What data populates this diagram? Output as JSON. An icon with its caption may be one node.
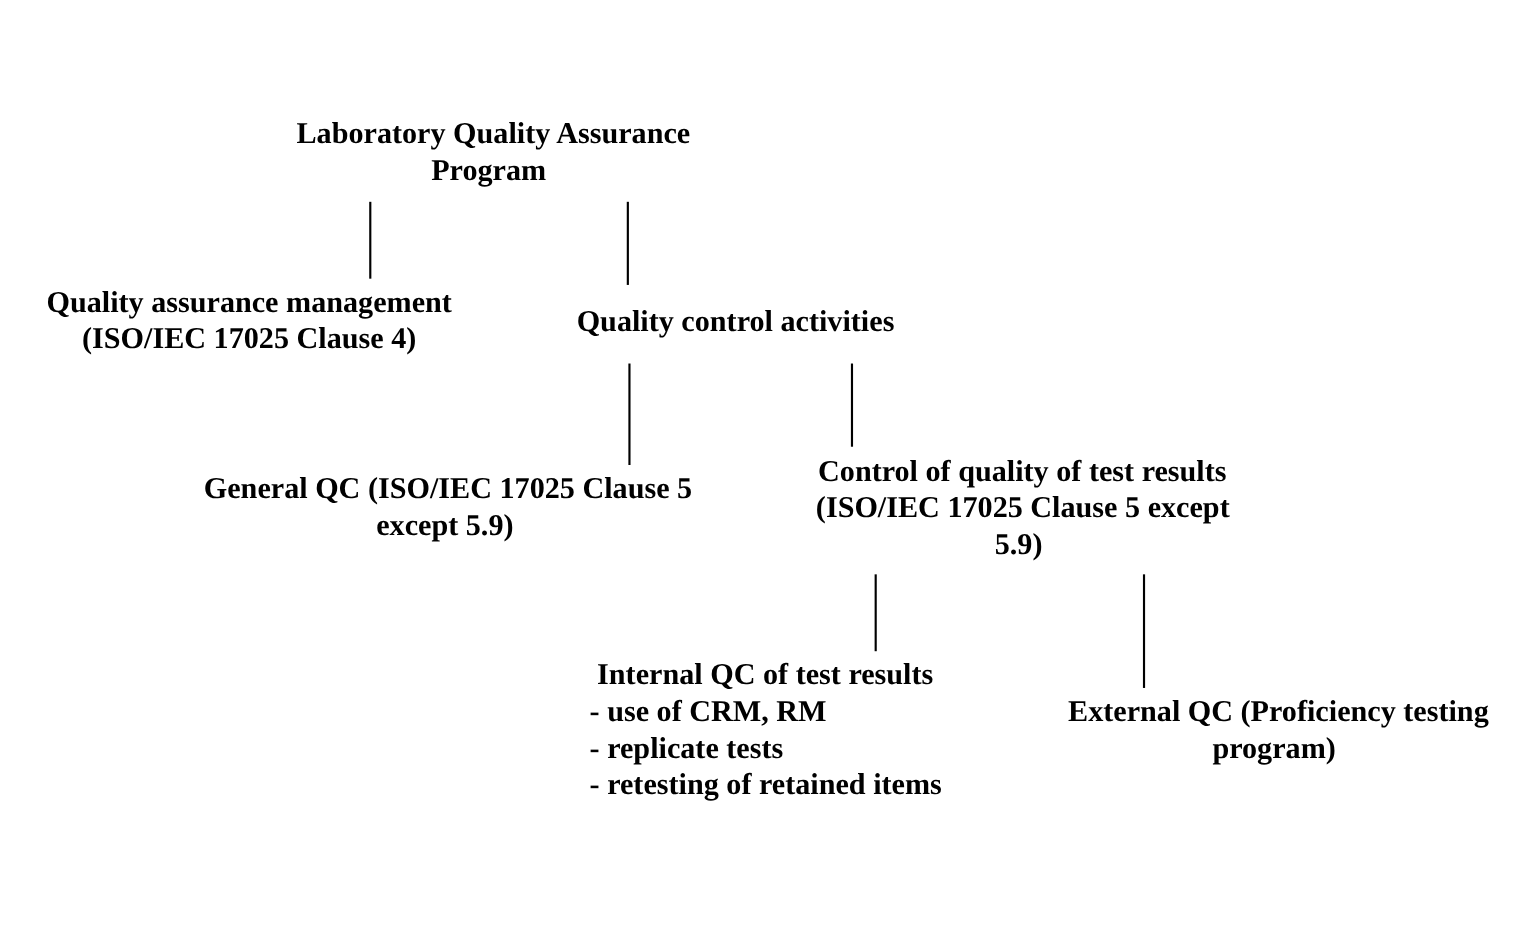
{
  "diagram": {
    "nodes": [
      {
        "text": [
          "Laboratory Quality Assurance Program"
        ]
      },
      {
        "text": [
          "Quality assurance management (ISO/IEC 17025 Clause 4)"
        ]
      },
      {
        "text": [
          "Quality control activities"
        ]
      },
      {
        "text": [
          "General QC (ISO/IEC 17025 Clause 5 except 5.9)"
        ]
      },
      {
        "text": [
          "Control of quality of test results (ISO/IEC 17025 Clause 5 except 5.9)"
        ]
      },
      {
        "text": [
          "Internal QC of test results",
          "- use of CRM, RM",
          "- replicate tests",
          "- retesting of retained items"
        ]
      },
      {
        "text": [
          "External QC (Proficiency testing program)"
        ]
      }
    ],
    "edges": [
      {
        "from": 0,
        "to": 1,
        "arrow": "none"
      },
      {
        "from": 0,
        "to": 2,
        "arrow": "none"
      },
      {
        "from": 2,
        "to": 3,
        "arrow": "none"
      },
      {
        "from": 2,
        "to": 4,
        "arrow": "none"
      },
      {
        "from": 4,
        "to": 5,
        "arrow": "none"
      },
      {
        "from": 4,
        "to": 6,
        "arrow": "none"
      }
    ]
  }
}
